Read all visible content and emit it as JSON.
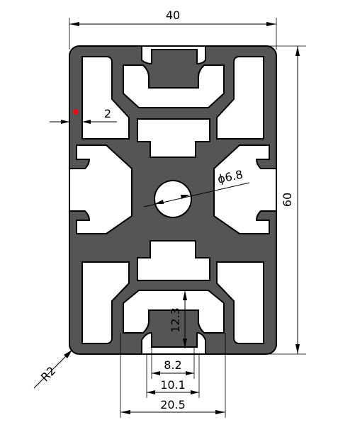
{
  "drawing": {
    "colors": {
      "profile_outline": "#000000",
      "profile_fill": "#555555",
      "background": "#ffffff",
      "marker": "#e0101a"
    },
    "dimensions": {
      "overall_width": "40",
      "overall_height": "60",
      "wall_thickness": "2",
      "center_bore": "ϕ6.8",
      "slot_depth": "12.3",
      "slot_opening": "8.2",
      "slot_inner_width": "10.1",
      "slot_outer_width": "20.5",
      "corner_radius": "R2"
    }
  }
}
